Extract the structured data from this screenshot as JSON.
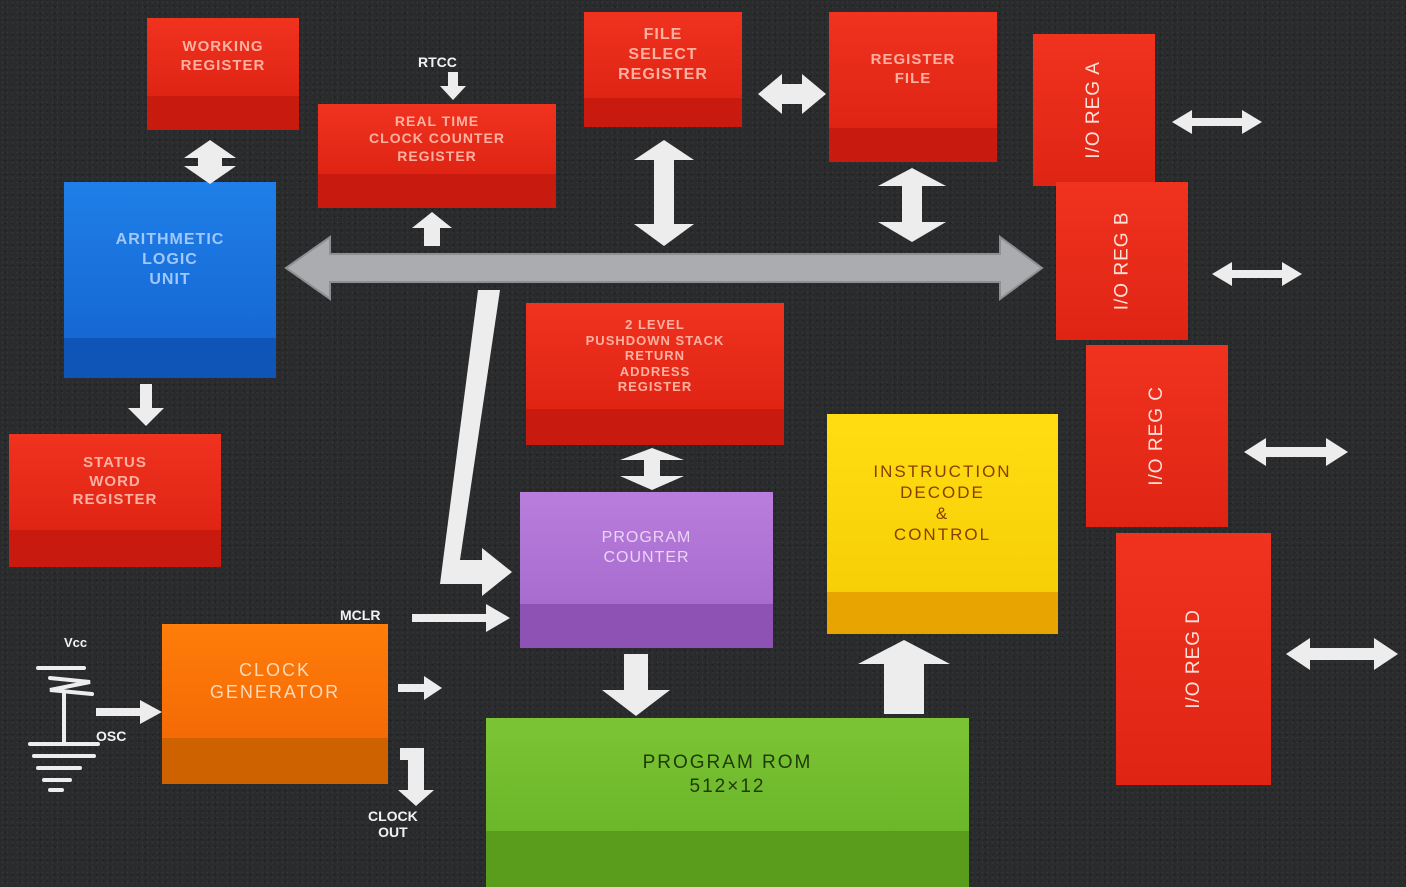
{
  "blocks": {
    "working_register": "WORKING\nREGISTER",
    "rtcc_register": "REAL TIME\nCLOCK COUNTER\nREGISTER",
    "file_select_register": "FILE\nSELECT\nREGISTER",
    "register_file": "REGISTER\nFILE",
    "alu": "ARITHMETIC\nLOGIC\nUNIT",
    "stack": "2 LEVEL\nPUSHDOWN STACK\nRETURN\nADDRESS\nREGISTER",
    "status_word_register": "STATUS\nWORD\nREGISTER",
    "program_counter": "PROGRAM\nCOUNTER",
    "instruction_decode": "INSTRUCTION\nDECODE\n&\nCONTROL",
    "clock_generator": "CLOCK\nGENERATOR",
    "program_rom": "PROGRAM ROM\n512×12",
    "io_reg_a": "I/O REG A",
    "io_reg_b": "I/O REG B",
    "io_reg_c": "I/O REG C",
    "io_reg_d": "I/O REG D"
  },
  "labels": {
    "rtcc": "RTCC",
    "mclr": "MCLR",
    "vcc": "Vcc",
    "osc": "OSC",
    "clock_out": "CLOCK\nOUT"
  },
  "colors": {
    "register": "#e62a17",
    "alu": "#1b73de",
    "program_counter": "#ae72d2",
    "instruction_decode": "#f9d30a",
    "clock_generator": "#f77207",
    "program_rom": "#72bd2f",
    "bus": "#a9abae",
    "arrow": "#eeeeee"
  }
}
